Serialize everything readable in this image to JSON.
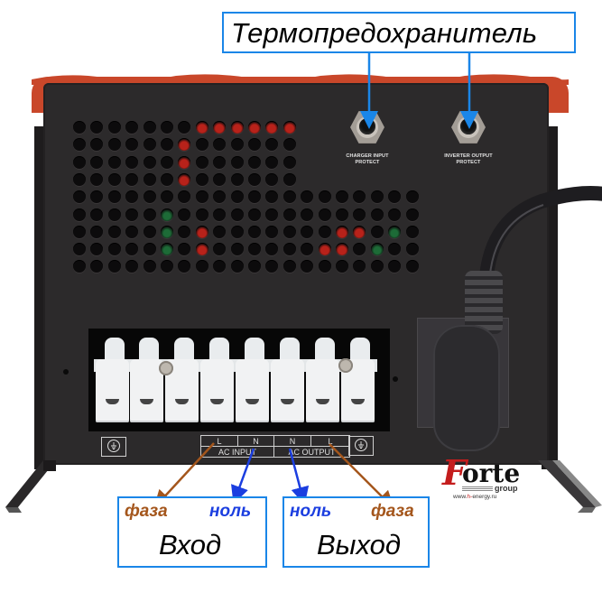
{
  "annotations": {
    "top_label": "Термопредохранитель",
    "input_box": {
      "title": "Вход",
      "phase": "фаза",
      "neutral": "ноль"
    },
    "output_box": {
      "title": "Выход",
      "neutral": "ноль",
      "phase": "фаза"
    }
  },
  "device": {
    "switches": [
      {
        "label_line1": "CHARGER INPUT",
        "label_line2": "PROTECT"
      },
      {
        "label_line1": "INVERTER OUTPUT",
        "label_line2": "PROTECT"
      }
    ],
    "terminal_plate": {
      "cells": [
        "L",
        "N",
        "N",
        "L"
      ],
      "groups": [
        "AC INPUT",
        "AC OUTPUT"
      ],
      "ground_symbol": "⏚"
    }
  },
  "logo": {
    "initial": "F",
    "name": "orte",
    "sub": "group",
    "url_prefix": "www.",
    "url_highlight": "h-",
    "url_suffix": "energy.ru"
  },
  "colors": {
    "annotation_border": "#1a86e8",
    "phase": "#a4561c",
    "neutral": "#1b3ee0",
    "chassis": "#2c2a2b",
    "chassis_trim": "#c9472a"
  }
}
